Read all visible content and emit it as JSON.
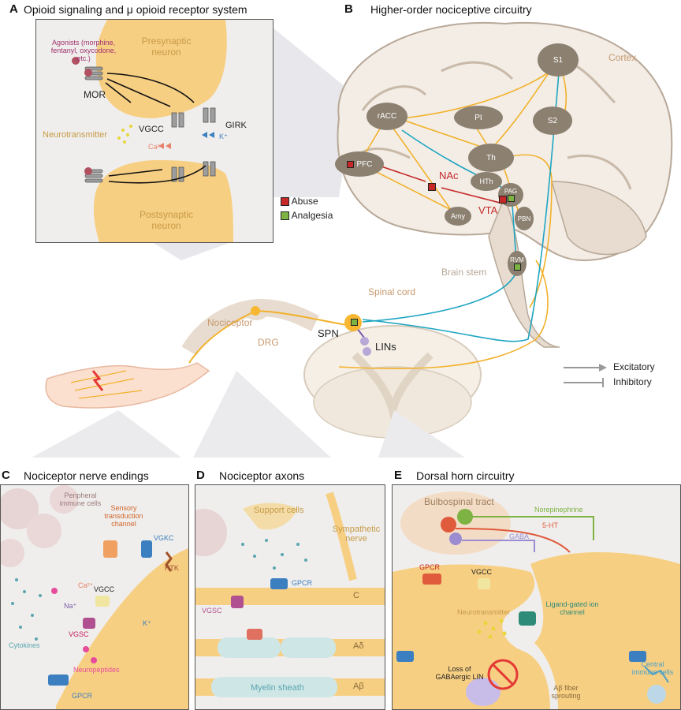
{
  "panel_a": {
    "letter": "A",
    "title": "Opioid signaling and μ opioid receptor system",
    "agonists": "Agonists (morphine, fentanyl, oxycodone, etc.)",
    "mor": "MOR",
    "presynaptic": "Presynaptic neuron",
    "postsynaptic": "Postsynaptic neuron",
    "neurotransmitter": "Neurotransmitter",
    "vgcc": "VGCC",
    "girk": "GIRK",
    "ca": "Ca²⁺",
    "k": "K⁺"
  },
  "legend": {
    "abuse": "Abuse",
    "analgesia": "Analgesia",
    "abuse_color": "#c62828",
    "analgesia_color": "#7cb342",
    "excitatory": "Excitatory",
    "inhibitory": "Inhibitory"
  },
  "panel_b": {
    "letter": "B",
    "title": "Higher-order nociceptive circuitry",
    "cortex": "Cortex",
    "brain_stem": "Brain stem",
    "spinal_cord": "Spinal cord",
    "nodes": {
      "s1": "S1",
      "s2": "S2",
      "pi": "PI",
      "racc": "rACC",
      "th": "Th",
      "pfc": "PFC",
      "hth": "HTh",
      "pag": "PAG",
      "amy": "Amy",
      "pbn": "PBN",
      "rvm": "RVM"
    },
    "nac": "NAc",
    "vta": "VTA",
    "spn": "SPN",
    "lins": "LINs",
    "nociceptor": "Nociceptor",
    "drg": "DRG"
  },
  "panel_c": {
    "letter": "C",
    "title": "Nociceptor nerve endings",
    "immune": "Peripheral immune cells",
    "sensory": "Sensory transduction channel",
    "vgkc": "VGKC",
    "rtk": "RTK",
    "ca": "Ca²⁺",
    "vgcc": "VGCC",
    "na": "Na⁺",
    "vgsc": "VGSC",
    "k": "K⁺",
    "cytokines": "Cytokines",
    "neuropeptides": "Neuropeptides",
    "gpcr": "GPCR"
  },
  "panel_d": {
    "letter": "D",
    "title": "Nociceptor axons",
    "support": "Support cells",
    "sympathetic": "Sympathetic nerve",
    "gpcr": "GPCR",
    "vgsc": "VGSC",
    "c": "C",
    "ad": "Aδ",
    "ab": "Aβ",
    "myelin": "Myelin sheath"
  },
  "panel_e": {
    "letter": "E",
    "title": "Dorsal horn circuitry",
    "bulbospinal": "Bulbospinal tract",
    "norepinephrine": "Norepinephrine",
    "ht": "5-HT",
    "gaba": "GABA",
    "gpcr": "GPCR",
    "vgcc": "VGCC",
    "neurotransmitter": "Neurotransmitter",
    "ligand": "Ligand-gated ion channel",
    "loss": "Loss of GABAergic LIN",
    "abfiber": "Aβ fiber sprouting",
    "central_immune": "Central immune cells"
  }
}
